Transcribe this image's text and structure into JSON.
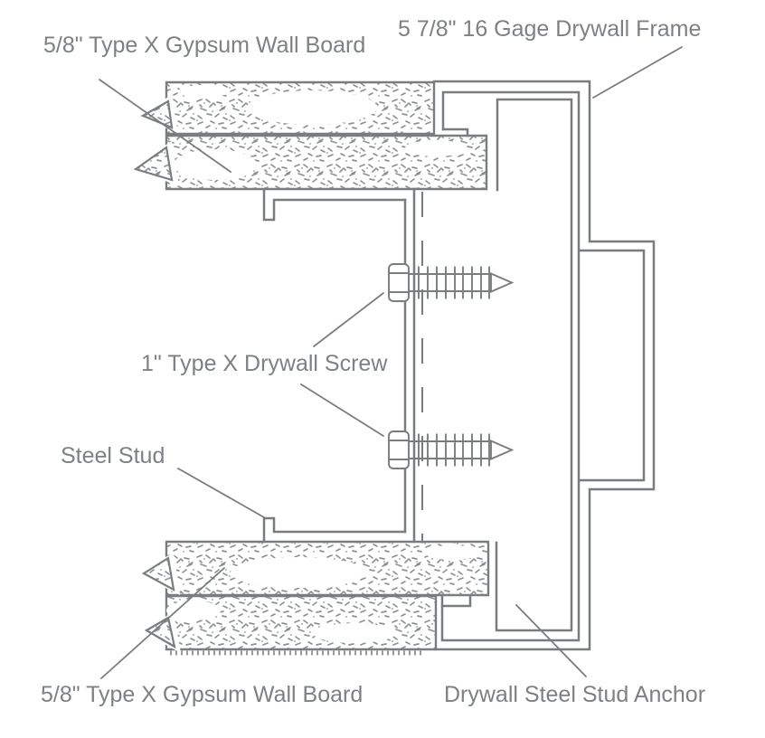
{
  "drawing": {
    "type": "construction-detail",
    "background": "#ffffff",
    "line_color": "#7a7d7f",
    "stipple_color": "#8d9193",
    "text_color": "#7d8185",
    "callouts": {
      "gypsum_top": {
        "text": "5/8\" Type X Gypsum Wall Board"
      },
      "frame": {
        "text": "5 7/8\" 16 Gage Drywall Frame"
      },
      "screw": {
        "text": "1\" Type X Drywall Screw"
      },
      "steel_stud": {
        "text": "Steel Stud"
      },
      "gypsum_bottom": {
        "text": "5/8\" Type X Gypsum Wall Board"
      },
      "anchor": {
        "text": "Drywall Steel Stud Anchor"
      }
    },
    "components": [
      "gypsum-board-top-outer",
      "gypsum-board-top-inner",
      "gypsum-board-bottom-inner",
      "gypsum-board-bottom-outer",
      "steel-stud",
      "stud-anchor-line",
      "frame-centerline",
      "drywall-frame-profile",
      "drywall-screw-top",
      "drywall-screw-bottom"
    ]
  }
}
